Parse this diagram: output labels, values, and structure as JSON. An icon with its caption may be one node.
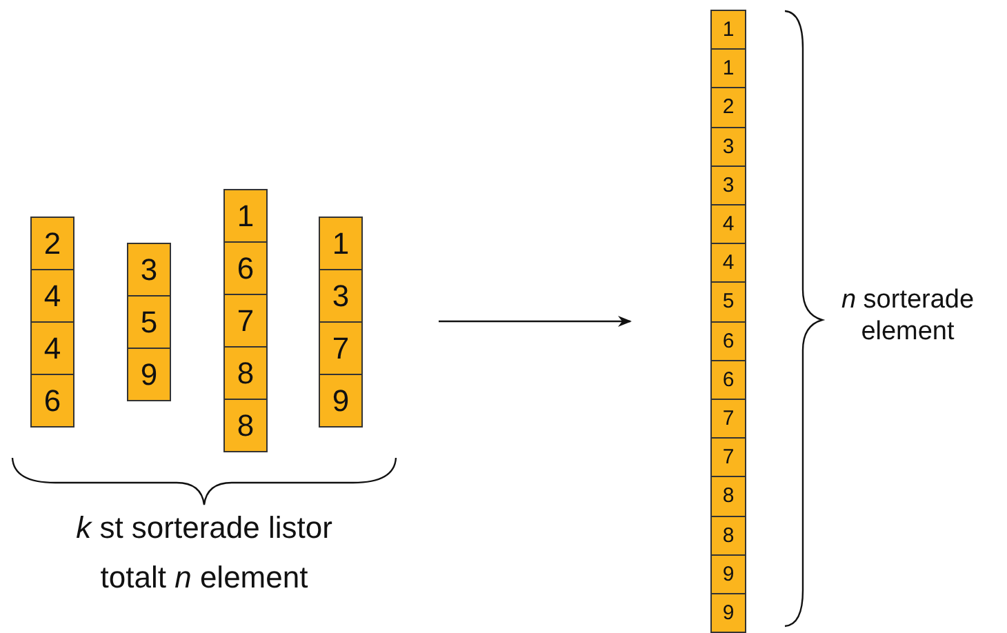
{
  "diagram": {
    "nodes": [
      {
        "text": [
          "2"
        ]
      },
      {
        "text": [
          "4"
        ]
      },
      {
        "text": [
          "4"
        ]
      },
      {
        "text": [
          "6"
        ]
      },
      {
        "text": [
          "3"
        ]
      },
      {
        "text": [
          "5"
        ]
      },
      {
        "text": [
          "9"
        ]
      },
      {
        "text": [
          "1"
        ]
      },
      {
        "text": [
          "6"
        ]
      },
      {
        "text": [
          "7"
        ]
      },
      {
        "text": [
          "8"
        ]
      },
      {
        "text": [
          "8"
        ]
      },
      {
        "text": [
          "1"
        ]
      },
      {
        "text": [
          "3"
        ]
      },
      {
        "text": [
          "7"
        ]
      },
      {
        "text": [
          "9"
        ]
      },
      {
        "text": [
          "1"
        ]
      },
      {
        "text": [
          "1"
        ]
      },
      {
        "text": [
          "2"
        ]
      },
      {
        "text": [
          "3"
        ]
      },
      {
        "text": [
          "3"
        ]
      },
      {
        "text": [
          "4"
        ]
      },
      {
        "text": [
          "4"
        ]
      },
      {
        "text": [
          "5"
        ]
      },
      {
        "text": [
          "6"
        ]
      },
      {
        "text": [
          "6"
        ]
      },
      {
        "text": [
          "7"
        ]
      },
      {
        "text": [
          "7"
        ]
      },
      {
        "text": [
          "8"
        ]
      },
      {
        "text": [
          "8"
        ]
      },
      {
        "text": [
          "9"
        ]
      },
      {
        "text": [
          "9"
        ]
      }
    ],
    "labels": [
      "*k* st sorterade listor",
      "totalt *n* element",
      "*n* sorterade element"
    ]
  }
}
